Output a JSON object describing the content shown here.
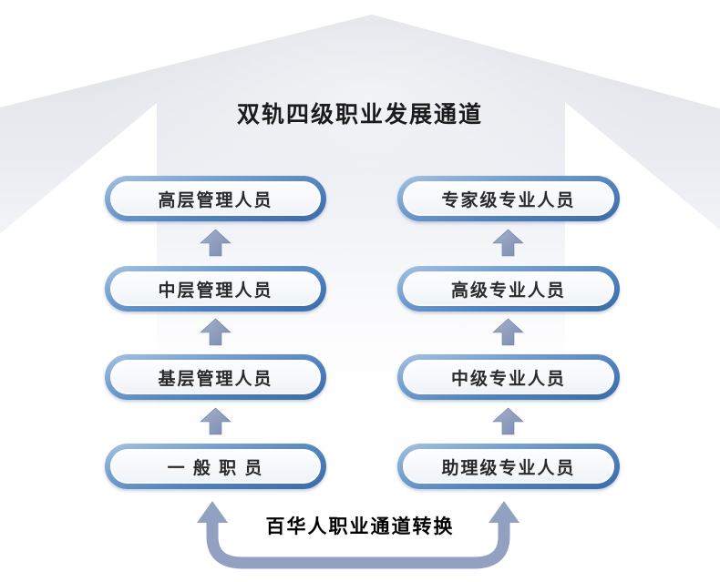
{
  "title": "双轨四级职业发展通道",
  "tracks": {
    "management": {
      "levels": [
        {
          "label": "高层管理人员"
        },
        {
          "label": "中层管理人员"
        },
        {
          "label": "基层管理人员"
        },
        {
          "label": "一 般 职 员"
        }
      ]
    },
    "professional": {
      "levels": [
        {
          "label": "专家级专业人员"
        },
        {
          "label": "高级专业人员"
        },
        {
          "label": "中级专业人员"
        },
        {
          "label": "助理级专业人员"
        }
      ]
    }
  },
  "bottom_label": "百华人职业通道转换",
  "icons": {
    "big_background_arrow": "up-arrow",
    "level_step_arrow": "up-arrow",
    "track_switch_arrow": "u-turn-double-arrow-up"
  },
  "colors": {
    "pill_border_blue": "#4f81bd",
    "pill_border_light": "#a6c2e2",
    "pill_fill": "#fdfdfe",
    "step_arrow_fill": "#8b9bbd",
    "switch_arrow_fill": "#92a1c1",
    "big_arrow_gray": "#e4e6ec",
    "text_dark": "#1b1b1b",
    "background": "#ffffff"
  }
}
